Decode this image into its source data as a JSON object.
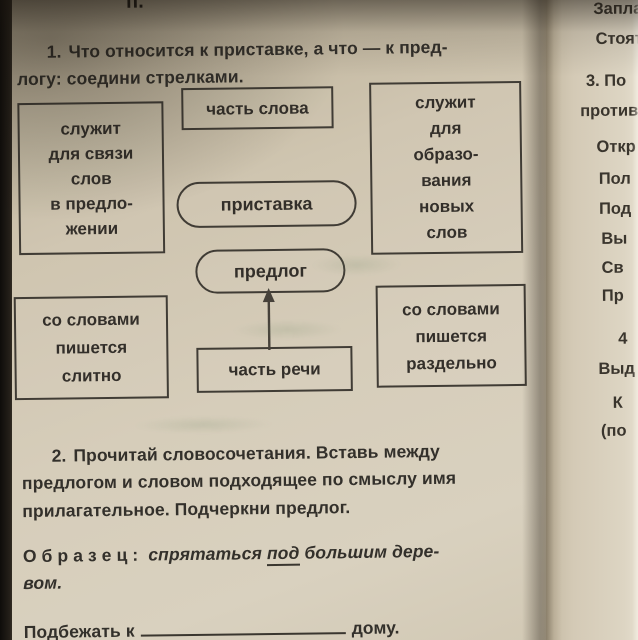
{
  "top_fragment": "п.",
  "exercise1": {
    "number": "1.",
    "text": "Что относится к приставке, а что — к пред-\nлогу: соедини стрелками."
  },
  "diagram": {
    "serves_linking": "служит\nдля связи\nслов\nв предло-\nжении",
    "part_of_word": "часть слова",
    "serves_formation": "служит\nдля\nобразо-\nвания\nновых\nслов",
    "pristavka": "приставка",
    "predlog": "предлог",
    "written_together": "со словами\nпишется\nслитно",
    "part_of_speech": "часть речи",
    "written_separately": "со словами\nпишется\nраздельно"
  },
  "exercise2": {
    "number": "2.",
    "text": "Прочитай словосочетания. Вставь между\nпредлогом и словом подходящее по смыслу имя\nприлагательное. Подчеркни предлог.",
    "sample_label": "О б р а з е ц :",
    "sample_part1": "спрятаться",
    "sample_underlined": "под",
    "sample_part2": "большим дере-\nвом.",
    "task_prefix": "Подбежать к",
    "task_suffix": "дому."
  },
  "next_page": {
    "lines": [
      "Запла",
      "Стоят",
      "3. По",
      "против",
      "Откр",
      "Пол",
      "Под",
      "Вы",
      "Св",
      "Пр",
      "4",
      "Выд",
      "К",
      "(по"
    ]
  }
}
